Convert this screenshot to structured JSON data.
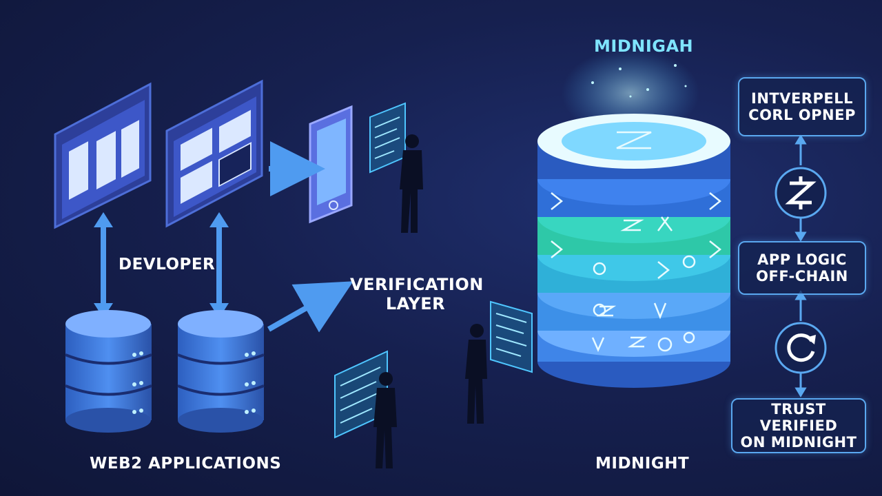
{
  "labels": {
    "developer": "DEVLOPER",
    "verification_line1": "VERIFICATION",
    "verification_line2": "LAYER",
    "web2_applications": "WEB2 APPLICATIONS",
    "midnight_top": "MIDNIGAH",
    "midnight_bottom": "MIDNIGHT"
  },
  "side_flow": {
    "box1_line1": "INTVERPELL",
    "box1_line2": "CORL OPNEP",
    "box2_line1": "APP LOGIC",
    "box2_line2": "OFF-CHAIN",
    "box3_line1": "TRUST VERIFIED",
    "box3_line2": "ON MIDNIGHT"
  },
  "icons": {
    "flow_circle_1": "zcash-z-icon",
    "flow_circle_2": "refresh-arrow-icon"
  },
  "colors": {
    "background": "#16204f",
    "accent_blue": "#5aa8f0",
    "glow_cyan": "#7fe4ff",
    "teal_layer": "#38d6c0",
    "text": "#ffffff"
  }
}
